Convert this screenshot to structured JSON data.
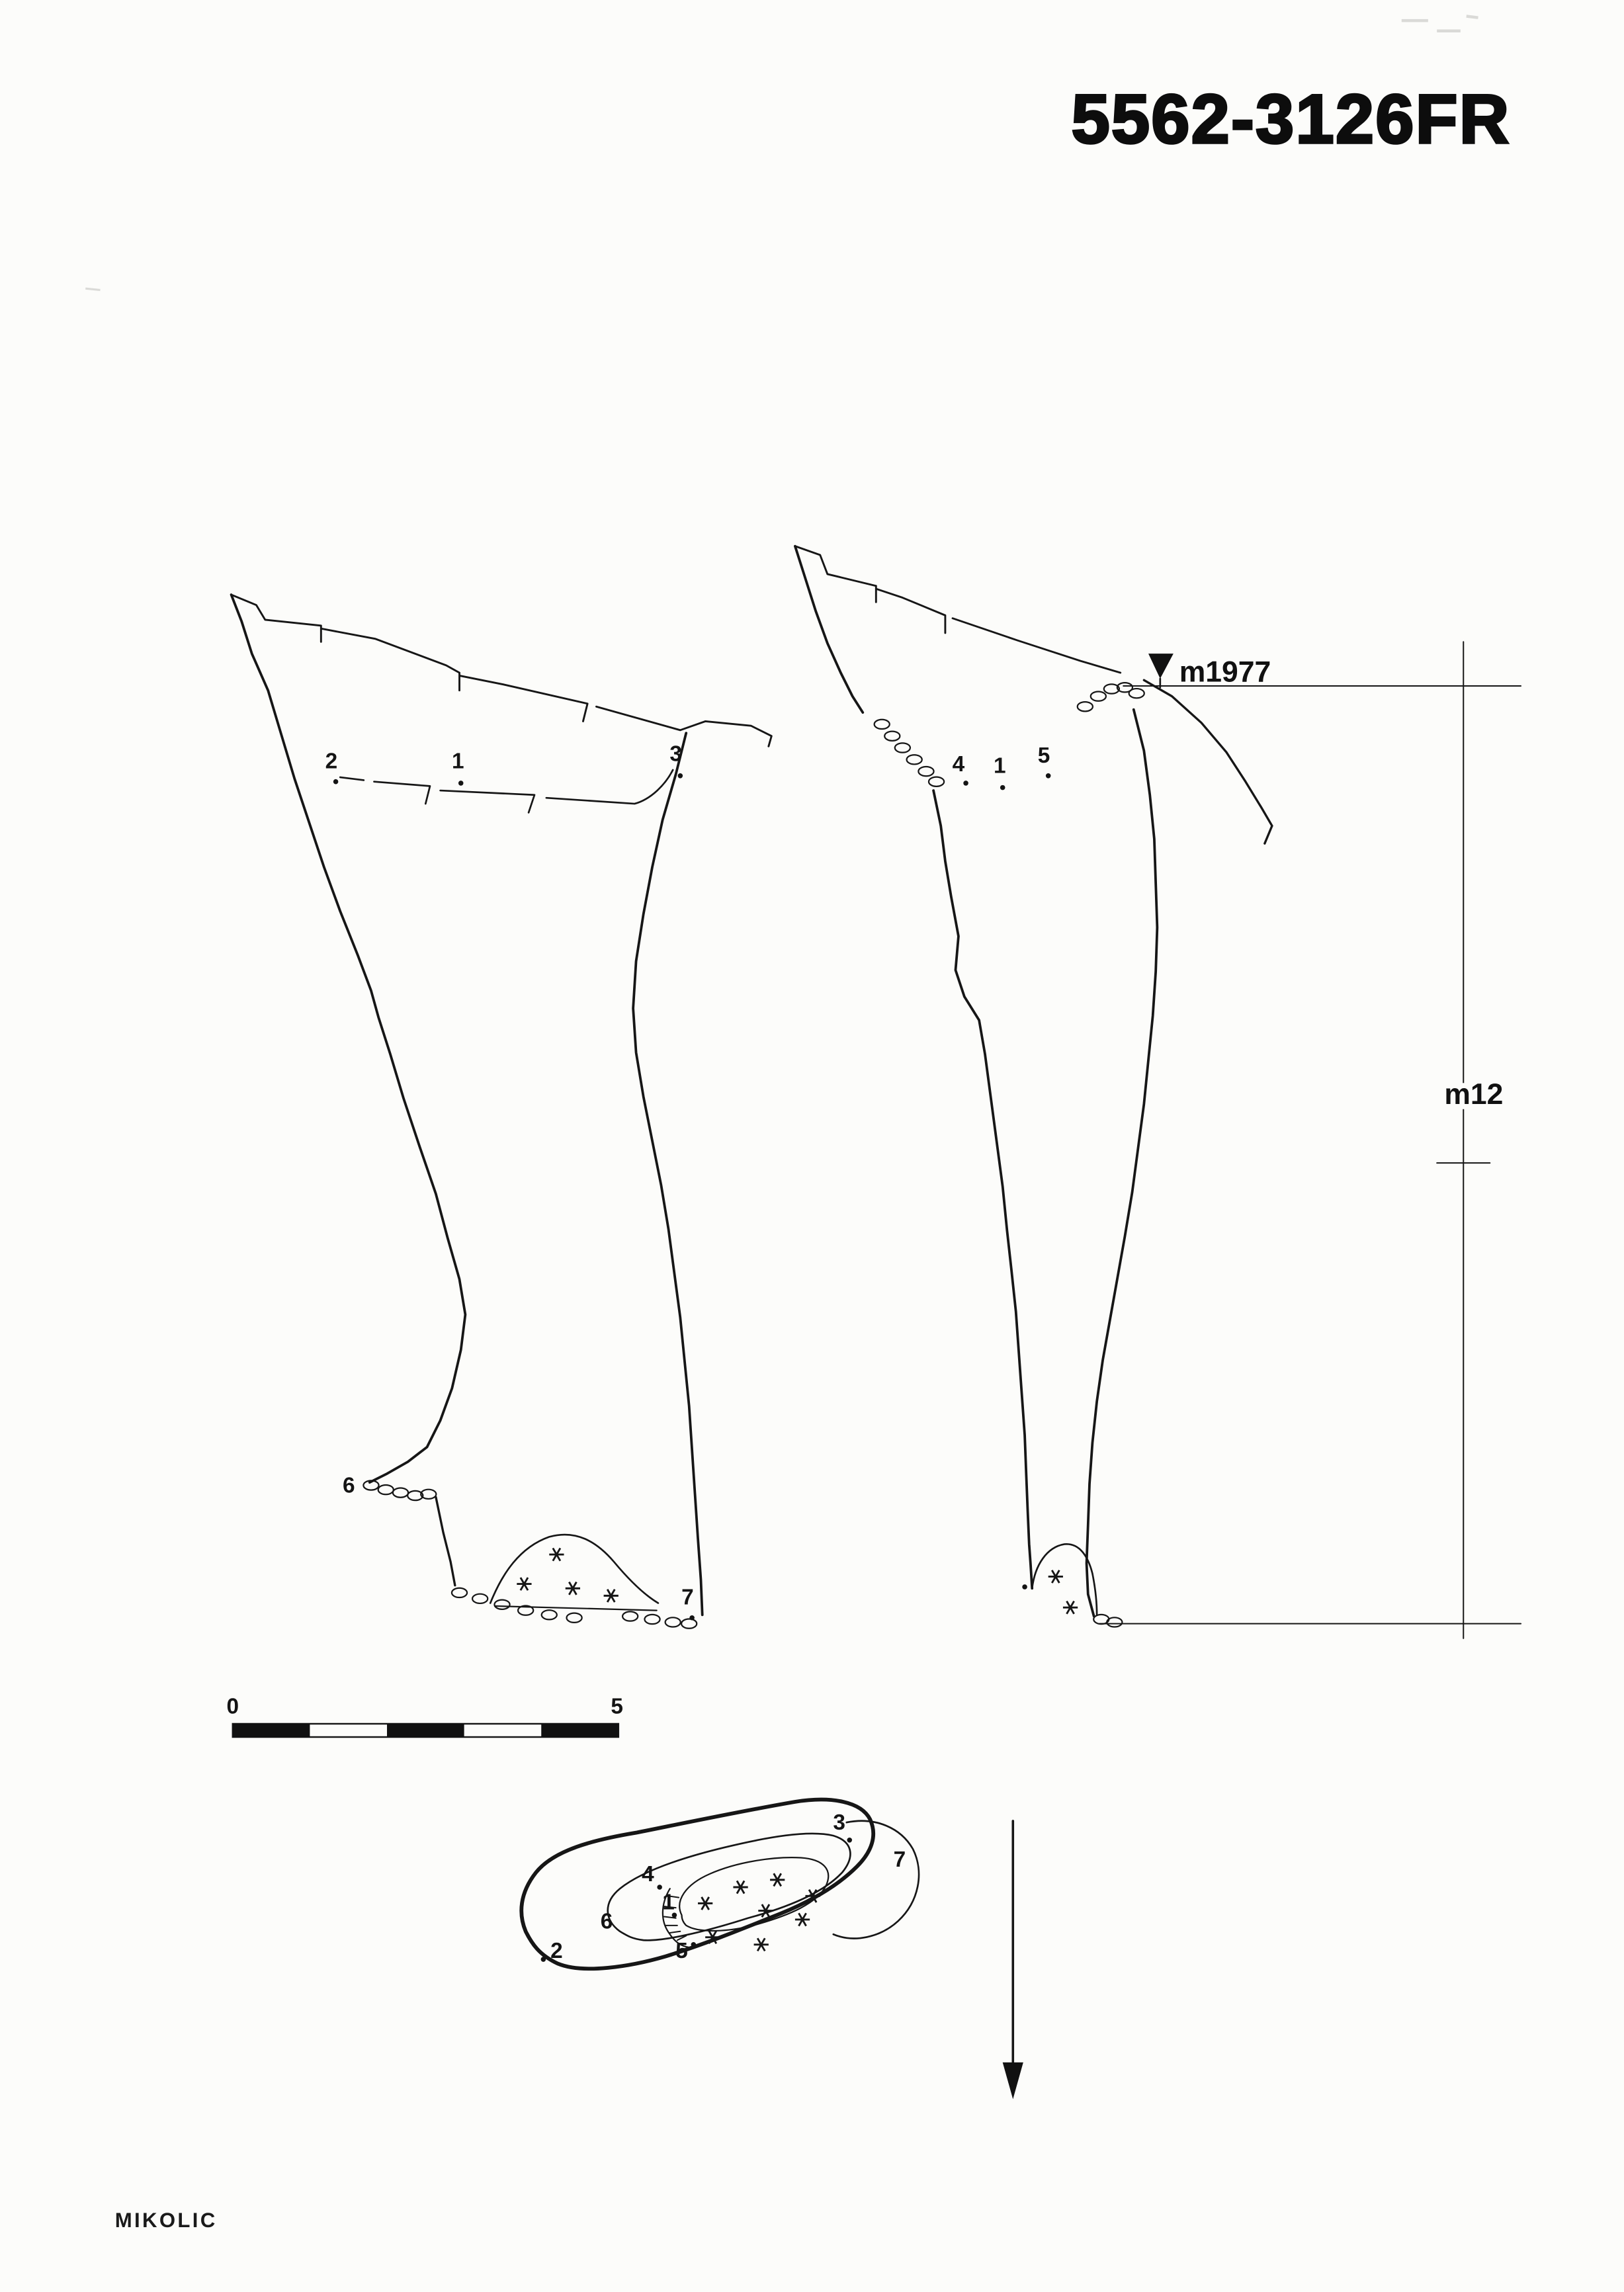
{
  "header": {
    "title": "5562-3126FR"
  },
  "footer": {
    "credit": "MIKOLIC"
  },
  "annotations": {
    "datum_label": "m1977",
    "depth_label": "m12",
    "scale_start": "0",
    "scale_end": "5"
  },
  "profile_left": {
    "point_labels": {
      "n2": "2",
      "n1": "1",
      "n3": "3",
      "n6": "6",
      "n7": "7"
    }
  },
  "profile_right": {
    "point_labels": {
      "n4": "4",
      "n1": "1",
      "n5": "5"
    }
  },
  "plan_view": {
    "point_labels": {
      "n3": "3",
      "n7": "7",
      "n4": "4",
      "n1": "1",
      "n6": "6",
      "n2": "2",
      "n5": "5"
    }
  }
}
